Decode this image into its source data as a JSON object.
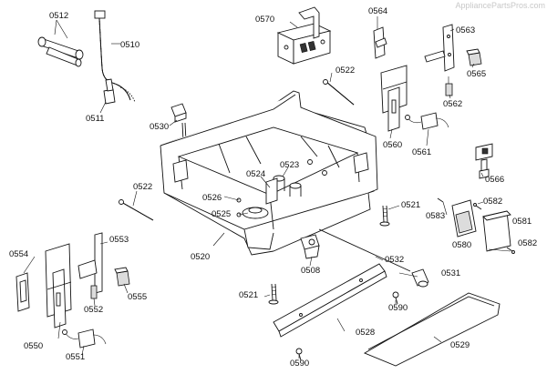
{
  "watermark": "AppliancePartsPros.com",
  "callouts": [
    {
      "id": "c0512a",
      "text": "0512"
    },
    {
      "id": "c0510",
      "text": "0510"
    },
    {
      "id": "c0511",
      "text": "0511"
    },
    {
      "id": "c0570",
      "text": "0570"
    },
    {
      "id": "c0564",
      "text": "0564"
    },
    {
      "id": "c0563",
      "text": "0563"
    },
    {
      "id": "c0565",
      "text": "0565"
    },
    {
      "id": "c0522a",
      "text": "0522"
    },
    {
      "id": "c0562",
      "text": "0562"
    },
    {
      "id": "c0530",
      "text": "0530"
    },
    {
      "id": "c0560",
      "text": "0560"
    },
    {
      "id": "c0561",
      "text": "0561"
    },
    {
      "id": "c0566",
      "text": "0566"
    },
    {
      "id": "c0523",
      "text": "0523"
    },
    {
      "id": "c0524",
      "text": "0524"
    },
    {
      "id": "c0522b",
      "text": "0522"
    },
    {
      "id": "c0526",
      "text": "0526"
    },
    {
      "id": "c0525",
      "text": "0525"
    },
    {
      "id": "c0521a",
      "text": "0521"
    },
    {
      "id": "c0582a",
      "text": "0582"
    },
    {
      "id": "c0583",
      "text": "0583"
    },
    {
      "id": "c0581",
      "text": "0581"
    },
    {
      "id": "c0580",
      "text": "0580"
    },
    {
      "id": "c0582b",
      "text": "0582"
    },
    {
      "id": "c0554",
      "text": "0554"
    },
    {
      "id": "c0553",
      "text": "0553"
    },
    {
      "id": "c0520",
      "text": "0520"
    },
    {
      "id": "c0508",
      "text": "0508"
    },
    {
      "id": "c0532",
      "text": "0532"
    },
    {
      "id": "c0531",
      "text": "0531"
    },
    {
      "id": "c0555",
      "text": "0555"
    },
    {
      "id": "c0552",
      "text": "0552"
    },
    {
      "id": "c0521b",
      "text": "0521"
    },
    {
      "id": "c0590a",
      "text": "0590"
    },
    {
      "id": "c0550",
      "text": "0550"
    },
    {
      "id": "c0528",
      "text": "0528"
    },
    {
      "id": "c0529",
      "text": "0529"
    },
    {
      "id": "c0551",
      "text": "0551"
    },
    {
      "id": "c0590b",
      "text": "0590"
    }
  ]
}
